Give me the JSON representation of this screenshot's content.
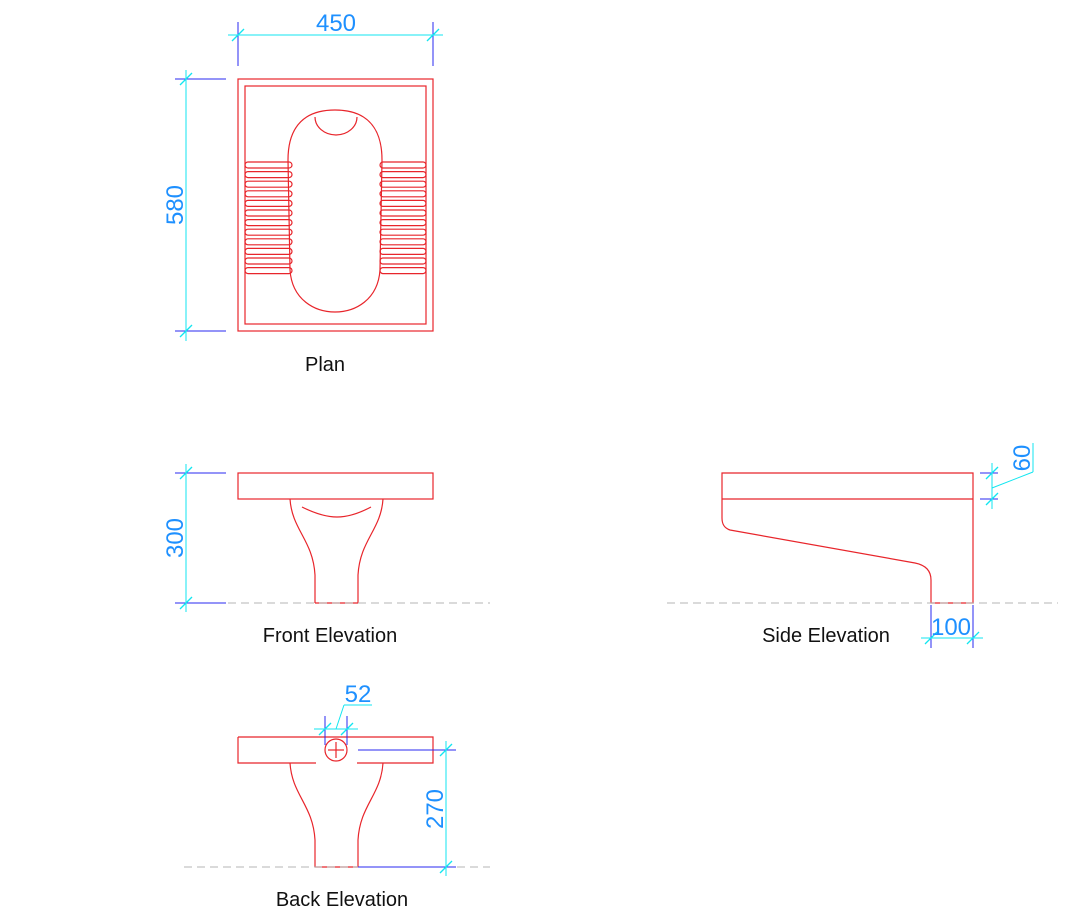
{
  "labels": {
    "plan": "Plan",
    "front": "Front Elevation",
    "side": "Side Elevation",
    "back": "Back Elevation"
  },
  "dimensions": {
    "plan_width": "450",
    "plan_depth": "580",
    "front_height": "300",
    "side_top": "60",
    "side_base": "100",
    "back_drain": "52",
    "back_height": "270"
  },
  "colors": {
    "object_lines": "#e8252b",
    "dimension_lines": "#2a2af0",
    "extension_lines": "#11e6f0",
    "dimension_text": "#1e90ff",
    "ground_line": "#b4b4b4"
  }
}
